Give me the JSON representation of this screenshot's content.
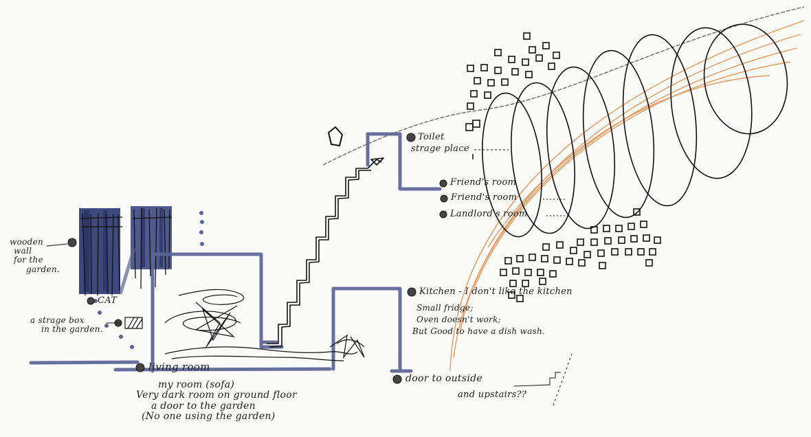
{
  "annotations": {
    "wooden_wall": [
      "wooden",
      "wall",
      "for the",
      "garden."
    ],
    "cat": "CAT",
    "storage_box": [
      "a strage box",
      "in the garden."
    ],
    "living_room": "living room",
    "living_room_notes": [
      "my room (sofa)",
      "Very dark room on ground floor",
      "a door to the garden",
      "(No one using the garden)"
    ],
    "toilet": "Toilet",
    "storage_place": "strage place",
    "friends_room_1": "Friend's room",
    "friends_room_2": "Friend's room",
    "landlords_room": "Landlord's room",
    "kitchen": "Kitchen - I don't like the kitchen",
    "kitchen_notes": [
      "Small fridge;",
      "Oven doesn't work;",
      "But Good to have a dish wash."
    ],
    "door_outside": "door to outside",
    "door_outside_note": "and upstairs??"
  },
  "colors": {
    "ink": "#1b1b1b",
    "wash": "#5b6596",
    "wash_dark": "#2f3a73",
    "pencil": "#6b6b6b",
    "orange": "#e8975a"
  }
}
